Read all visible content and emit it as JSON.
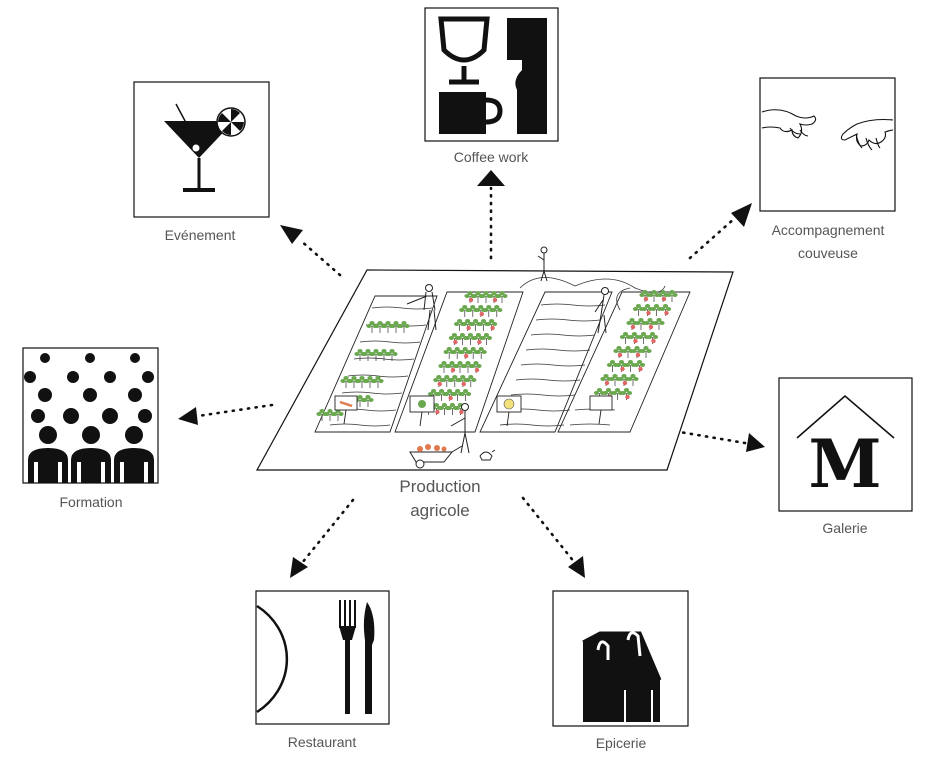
{
  "center": {
    "line1": "Production",
    "line2": "agricole"
  },
  "nodes": {
    "coffee": {
      "label": "Coffee work"
    },
    "evenement": {
      "label": "Evénement"
    },
    "accomp": {
      "line1": "Accompagnement",
      "line2": "couveuse"
    },
    "formation": {
      "label": "Formation"
    },
    "galerie": {
      "label": "Galerie",
      "logo_letter": "M"
    },
    "restaurant": {
      "label": "Restaurant"
    },
    "epicerie": {
      "label": "Epicerie"
    }
  },
  "colors": {
    "ink": "#111111",
    "label": "#555555",
    "plant_leaf": "#6aa84f",
    "plant_fruit": "#e06666"
  },
  "icons": [
    "wine-glass-icon",
    "coffee-cup-icon",
    "cocktail-icon",
    "hands-icon",
    "crowd-icon",
    "house-logo-icon",
    "plate-fork-knife-icon",
    "shopping-bag-icon"
  ]
}
